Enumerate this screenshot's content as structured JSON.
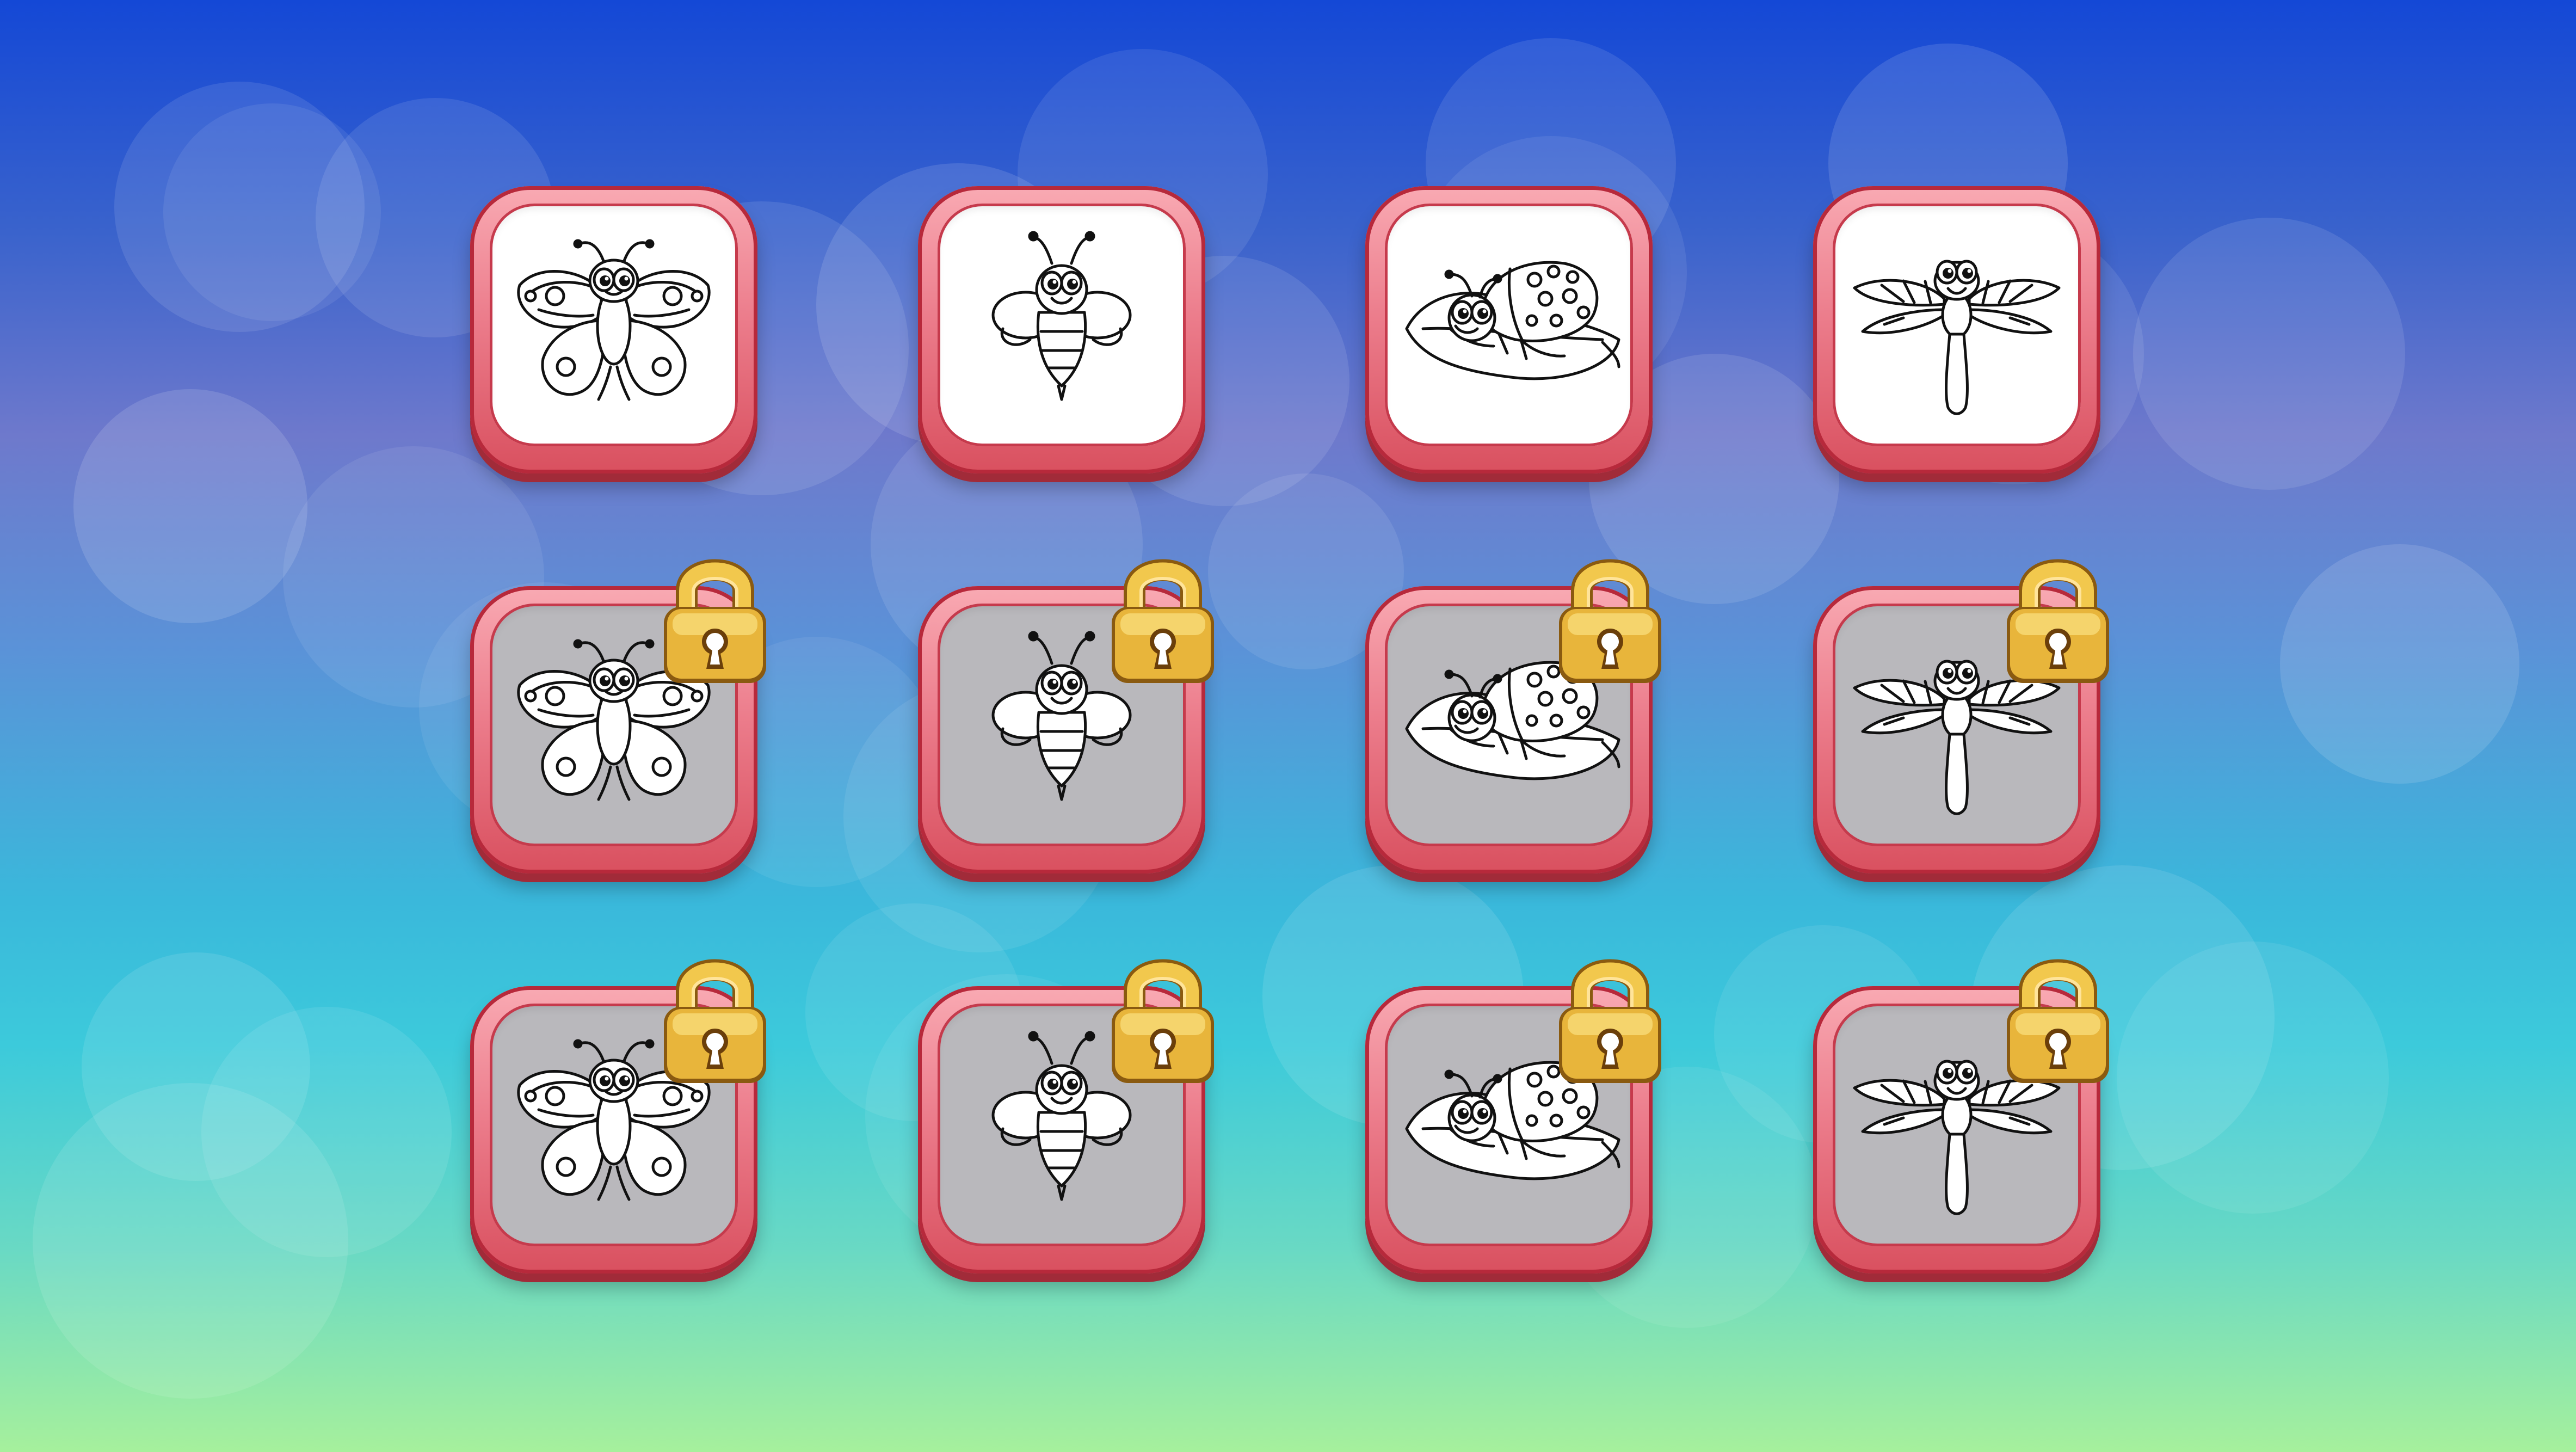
{
  "screen": "level-select",
  "colors": {
    "tile_frame": "#e46b7b",
    "tile_face_unlocked": "#ffffff",
    "tile_face_locked": "#b9b8bc",
    "lock_gold": "#e8b53b",
    "background_top": "#1448d6",
    "background_bottom": "#a6f09c"
  },
  "levels": [
    {
      "insect": "butterfly",
      "icon": "butterfly-icon",
      "locked": false
    },
    {
      "insect": "bee",
      "icon": "bee-icon",
      "locked": false
    },
    {
      "insect": "ladybug",
      "icon": "ladybug-icon",
      "locked": false
    },
    {
      "insect": "dragonfly",
      "icon": "dragonfly-icon",
      "locked": false
    },
    {
      "insect": "butterfly",
      "icon": "butterfly-icon",
      "locked": true
    },
    {
      "insect": "bee",
      "icon": "bee-icon",
      "locked": true
    },
    {
      "insect": "ladybug",
      "icon": "ladybug-icon",
      "locked": true
    },
    {
      "insect": "dragonfly",
      "icon": "dragonfly-icon",
      "locked": true
    },
    {
      "insect": "butterfly",
      "icon": "butterfly-icon",
      "locked": true
    },
    {
      "insect": "bee",
      "icon": "bee-icon",
      "locked": true
    },
    {
      "insect": "ladybug",
      "icon": "ladybug-icon",
      "locked": true
    },
    {
      "insect": "dragonfly",
      "icon": "dragonfly-icon",
      "locked": true
    }
  ]
}
